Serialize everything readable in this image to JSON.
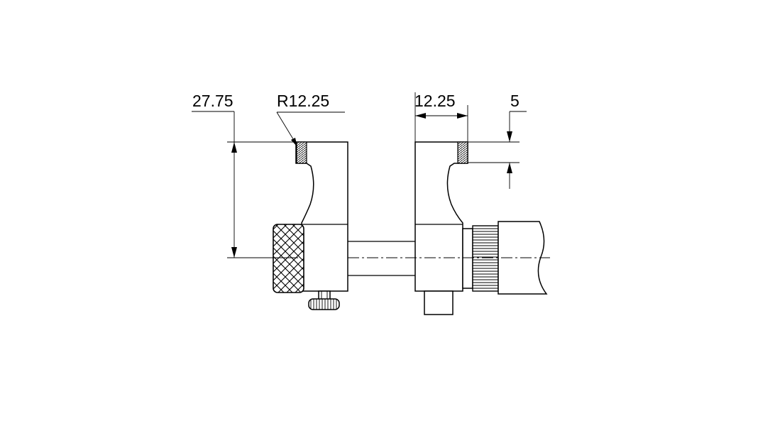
{
  "dimensions": {
    "height_left": "27.75",
    "radius": "R12.25",
    "width_right": "12.25",
    "tip_right": "5"
  },
  "colors": {
    "line": "#000000",
    "background": "#ffffff"
  }
}
